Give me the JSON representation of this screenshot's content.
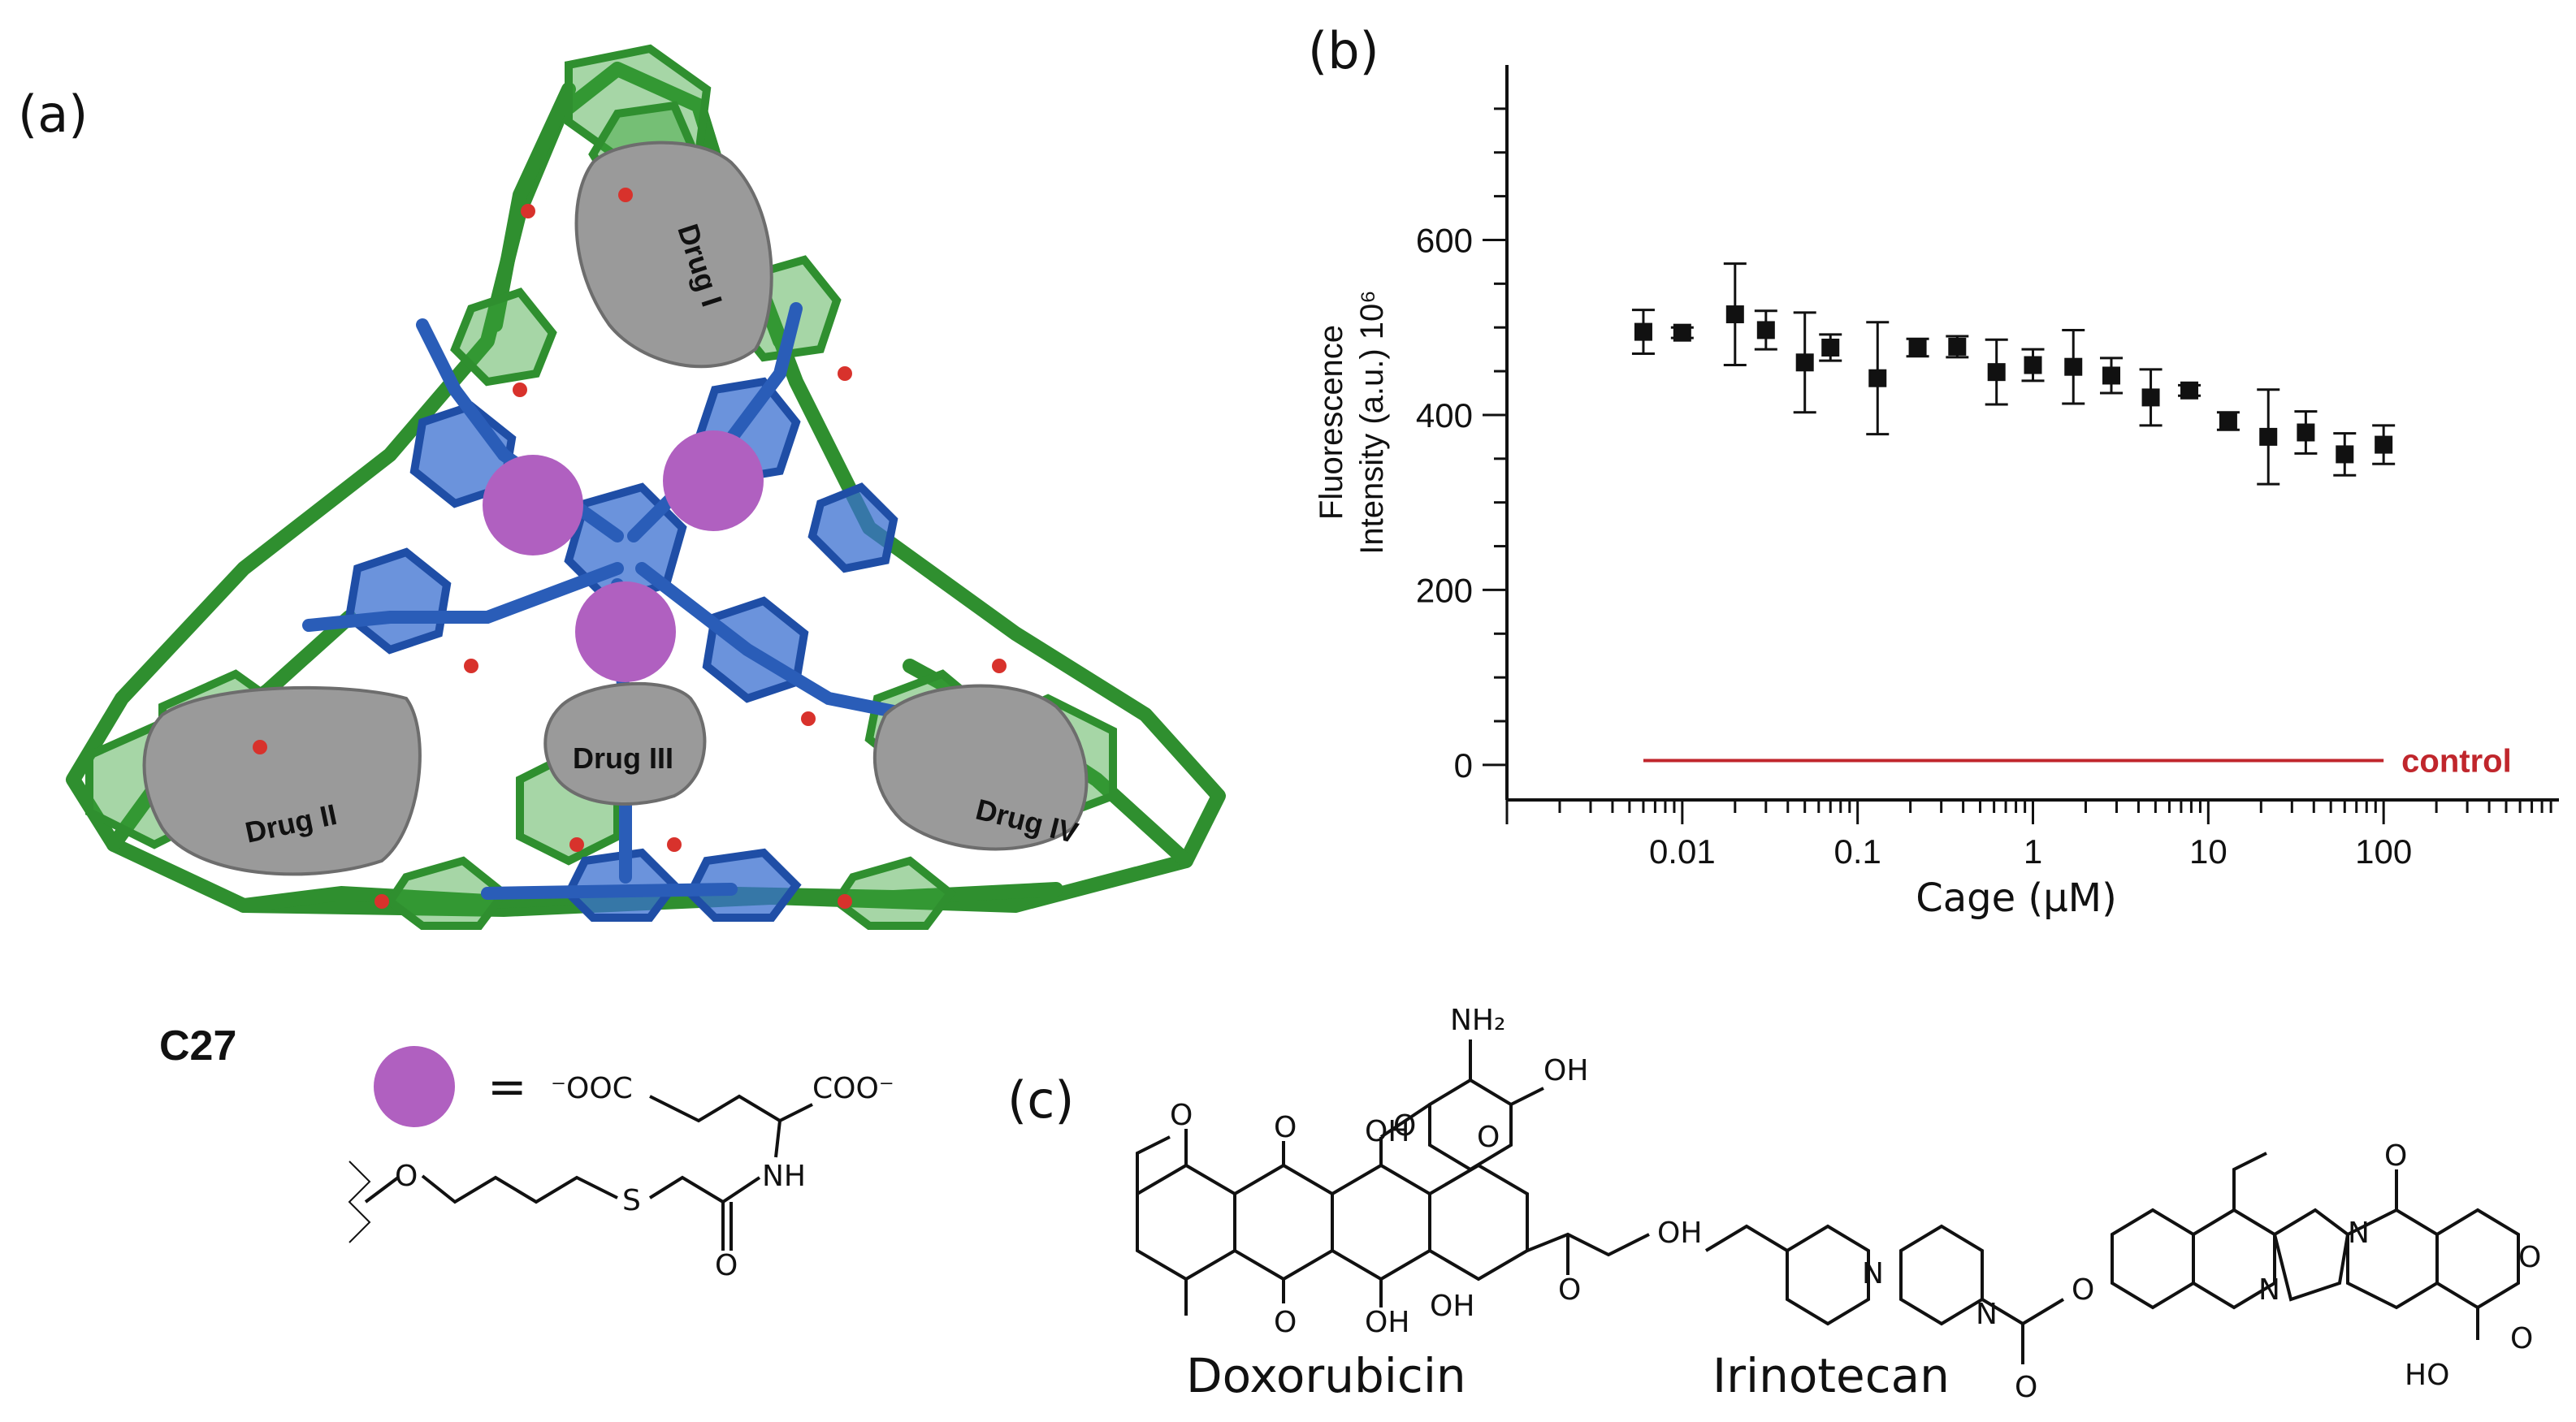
{
  "figure": {
    "panel_labels": {
      "a": "(a)",
      "b": "(b)",
      "c": "(c)"
    },
    "cage": {
      "drug_labels": [
        "Drug I",
        "Drug II",
        "Drug III",
        "Drug IV"
      ],
      "colors": {
        "green": "#2f8f2f",
        "blue": "#2a5db8",
        "sphere": "#b060c0",
        "pocket": "#9a9a9a"
      }
    },
    "c27": {
      "title": "C27",
      "equals": "=",
      "carboxylate_left": "⁻OOC",
      "carboxylate_right": "COO⁻",
      "nh": "NH",
      "s": "S",
      "o_ether": "O",
      "o_carbonyl": "O"
    },
    "molecules": {
      "doxorubicin": {
        "name": "Doxorubicin",
        "labels": {
          "nh2": "NH₂",
          "oh_sugar": "OH",
          "oh1": "OH",
          "oh2": "OH",
          "oh3": "OH",
          "oh4": "OH",
          "o1": "O",
          "o2": "O",
          "o3": "O",
          "o4": "O",
          "o5": "O",
          "o6": "O"
        }
      },
      "irinotecan": {
        "name": "Irinotecan",
        "labels": {
          "n1": "N",
          "n2": "N",
          "n3": "N",
          "n4": "N",
          "o1": "O",
          "o2": "O",
          "o3": "O",
          "o4": "O",
          "o5": "O",
          "ho": "HO"
        }
      }
    }
  },
  "chart_data": {
    "type": "scatter",
    "title": "",
    "xlabel": "Cage (μM)",
    "ylabel_line1": "Fluorescence",
    "ylabel_line2": "Intensity (a.u.) 10⁶",
    "x_scale": "log",
    "xlim": [
      0.001,
      1000
    ],
    "ylim": [
      -40,
      800
    ],
    "x_ticks": [
      0.01,
      0.1,
      1,
      10,
      100
    ],
    "x_tick_labels": [
      "0.01",
      "0.1",
      "1",
      "10",
      "100"
    ],
    "y_ticks": [
      0,
      200,
      400,
      600
    ],
    "y_tick_labels": [
      "0",
      "200",
      "400",
      "600"
    ],
    "marker_color": "#111111",
    "control": {
      "label": "control",
      "value": 5,
      "x_range": [
        0.006,
        100
      ],
      "color": "#c0262c"
    },
    "series": [
      {
        "points": [
          {
            "x": 0.006,
            "y": 495,
            "err": 25
          },
          {
            "x": 0.01,
            "y": 494,
            "err": 6
          },
          {
            "x": 0.02,
            "y": 515,
            "err": 58
          },
          {
            "x": 0.03,
            "y": 497,
            "err": 22
          },
          {
            "x": 0.05,
            "y": 460,
            "err": 57
          },
          {
            "x": 0.07,
            "y": 477,
            "err": 15
          },
          {
            "x": 0.13,
            "y": 442,
            "err": 64
          },
          {
            "x": 0.22,
            "y": 477,
            "err": 10
          },
          {
            "x": 0.37,
            "y": 478,
            "err": 12
          },
          {
            "x": 0.62,
            "y": 449,
            "err": 37
          },
          {
            "x": 1.0,
            "y": 457,
            "err": 18
          },
          {
            "x": 1.7,
            "y": 455,
            "err": 42
          },
          {
            "x": 2.8,
            "y": 445,
            "err": 20
          },
          {
            "x": 4.7,
            "y": 420,
            "err": 32
          },
          {
            "x": 7.8,
            "y": 428,
            "err": 6
          },
          {
            "x": 13,
            "y": 393,
            "err": 10
          },
          {
            "x": 22,
            "y": 375,
            "err": 54
          },
          {
            "x": 36,
            "y": 380,
            "err": 24
          },
          {
            "x": 60,
            "y": 355,
            "err": 24
          },
          {
            "x": 100,
            "y": 366,
            "err": 22
          }
        ]
      }
    ]
  }
}
